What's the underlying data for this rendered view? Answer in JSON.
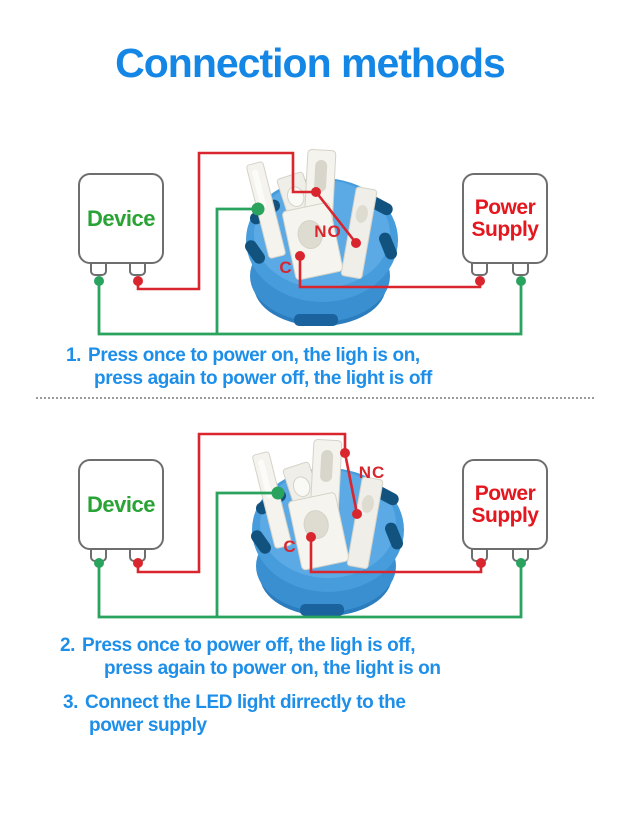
{
  "title": "Connection methods",
  "colors": {
    "title_blue": "#1487e6",
    "text_blue": "#1e8fe9",
    "wire_red": "#d9252d",
    "wire_green": "#2aa35f",
    "device_green": "#2aa336",
    "power_red": "#e4161e"
  },
  "diagram1": {
    "device_label": "Device",
    "power_label": [
      "Power",
      "Supply"
    ],
    "terminals": {
      "no": "NO",
      "c": "C"
    }
  },
  "diagram2": {
    "device_label": "Device",
    "power_label": [
      "Power",
      "Supply"
    ],
    "terminals": {
      "nc": "NC",
      "c": "C"
    }
  },
  "instructions": [
    {
      "number": "1.",
      "line1": "Press once to power on, the ligh is on,",
      "line2": "press again to power off, the light is off"
    },
    {
      "number": "2.",
      "line1": "Press once to power off, the ligh is off,",
      "line2": "press again to power on, the light is on"
    },
    {
      "number": "3.",
      "line1": "Connect the LED light dirrectly to the",
      "line2": "power supply"
    }
  ]
}
